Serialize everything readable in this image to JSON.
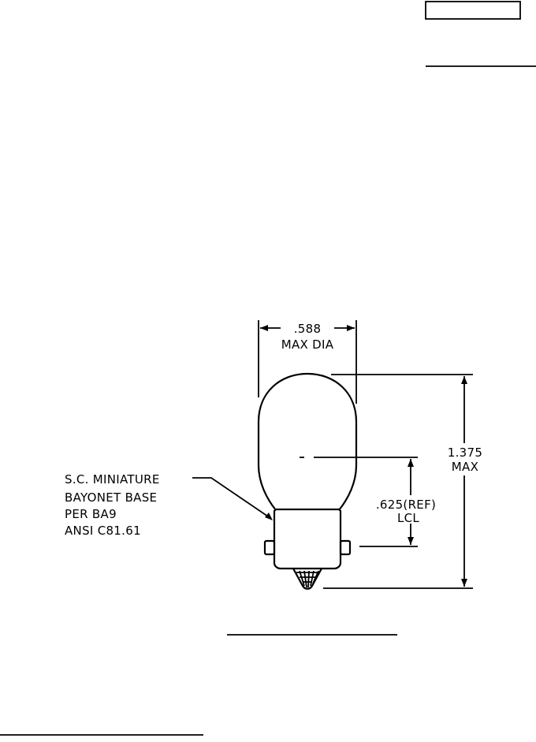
{
  "drawing": {
    "callouts": {
      "diameter_value": ".588",
      "diameter_label": "MAX DIA",
      "height_value": "1.375",
      "height_label": "MAX",
      "lcl_value": ".625(REF)",
      "lcl_label": "LCL",
      "base_line1": "S.C. MINIATURE",
      "base_line2": "BAYONET BASE",
      "base_line3": "PER BA9",
      "base_line4": "ANSI C81.61"
    }
  },
  "colors": {
    "ink": "#000000",
    "paper": "#ffffff"
  }
}
